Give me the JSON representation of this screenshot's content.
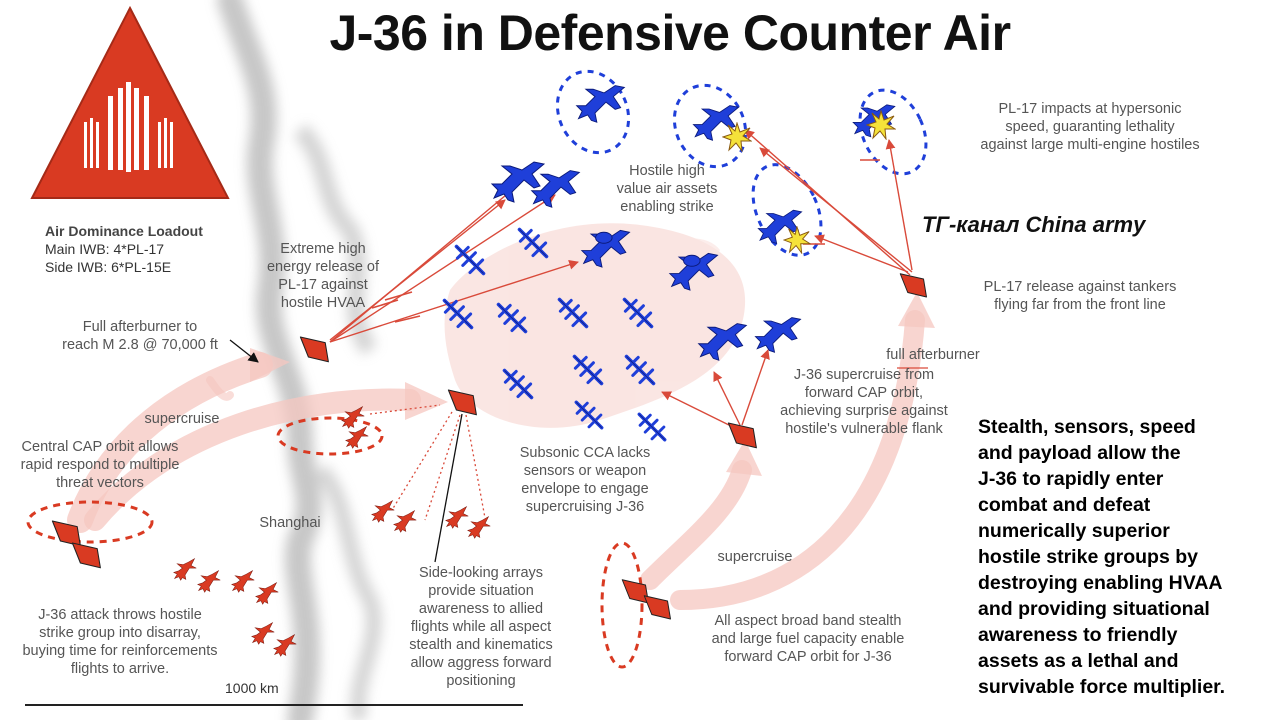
{
  "title": "J-36 in Defensive Counter Air",
  "watermark": "ТГ-канал China army",
  "loadout": {
    "heading": "Air Dominance Loadout",
    "main_iwb": "Main IWB: 4*PL-17",
    "side_iwb": "Side IWB: 6*PL-15E"
  },
  "labels": {
    "hostile_hvaa": [
      "Hostile high",
      "value air assets",
      "enabling strike"
    ],
    "energy_release": [
      "Extreme high",
      "energy release of",
      "PL-17 against",
      "hostile HVAA"
    ],
    "afterburner_m28": [
      "Full afterburner to",
      "reach M 2.8 @ 70,000 ft"
    ],
    "supercruise_left": "supercruise",
    "central_cap": [
      "Central CAP orbit allows",
      "rapid respond to multiple",
      "threat vectors"
    ],
    "shanghai": "Shanghai",
    "attack_disarray": [
      "J-36 attack throws hostile",
      "strike group into disarray,",
      "buying time for reinforcements",
      "flights to arrive."
    ],
    "scale": "1000 km",
    "side_arrays": [
      "Side-looking arrays",
      "provide situation",
      "awareness to allied",
      "flights while all aspect",
      "stealth and kinematics",
      "allow aggress forward",
      "positioning"
    ],
    "subsonic_cca": [
      "Subsonic CCA lacks",
      "sensors or weapon",
      "envelope to engage",
      "supercruising J-36"
    ],
    "supercruise_fwd": [
      "J-36 supercruise from",
      "forward CAP orbit,",
      "achieving surprise against",
      "hostile's vulnerable flank"
    ],
    "supercruise_bottom": "supercruise",
    "broadband_stealth": [
      "All aspect broad band stealth",
      "and large fuel capacity enable",
      "forward CAP orbit for J-36"
    ],
    "full_afterburner": "full afterburner",
    "tanker_release": [
      "PL-17 release against tankers",
      "flying far from the front line"
    ],
    "hypersonic": [
      "PL-17 impacts at hypersonic",
      "speed, guaranting lethality",
      "against large multi-engine hostiles"
    ]
  },
  "summary": [
    "Stealth, sensors, speed",
    "and payload allow the",
    "J-36 to rapidly enter",
    "combat and defeat",
    "numerically superior",
    "hostile strike groups by",
    "destroying enabling HVAA",
    "and providing situational",
    "awareness to friendly",
    "assets as a lethal and",
    "survivable force multiplier."
  ],
  "colors": {
    "friendly_red": "#d93a22",
    "hostile_blue": "#1f3fd9",
    "arrow_pink": "#f5c7c0",
    "missile_line": "#d94a3a",
    "explosion_yellow": "#f5e23a"
  },
  "icons": [
    "air-dominance-badge-icon",
    "j36-icon",
    "hostile-bomber-icon",
    "hostile-awacs-icon",
    "hostile-cca-icon",
    "friendly-fighter-icon",
    "explosion-icon"
  ]
}
